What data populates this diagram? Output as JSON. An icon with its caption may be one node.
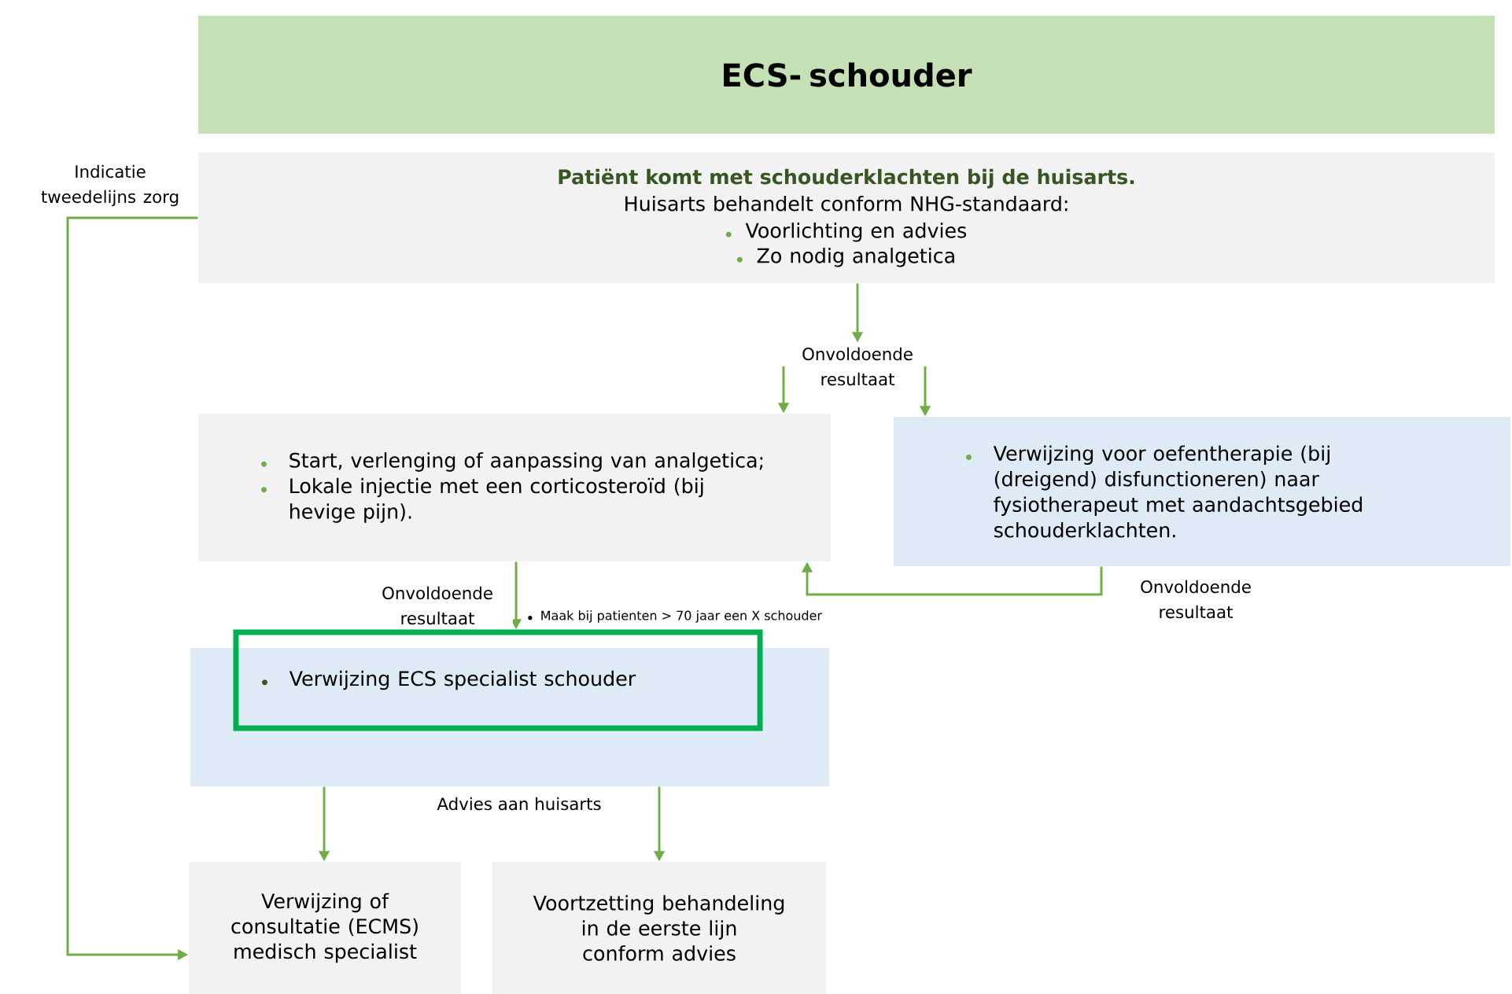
{
  "diagram": {
    "nodes": [
      {
        "text": [
          "ECS- schouder"
        ]
      },
      {
        "text": [
          "Patiënt komt met schouderklachten bij de huisarts.",
          "Huisarts behandelt conform NHG-standaard:",
          "Voorlichting en advies",
          "Zo nodig analgetica"
        ]
      },
      {
        "text": [
          "Onvoldoende resultaat"
        ]
      },
      {
        "text": [
          "Start, verlenging of aanpassing van analgetica;",
          "Lokale injectie met een corticosteroïd (bij hevige pijn)."
        ]
      },
      {
        "text": [
          "Verwijzing voor oefentherapie (bij (dreigend) disfunctioneren) naar fysiotherapeut met aandachtsgebied schouderklachten."
        ]
      },
      {
        "text": [],
        "shape": "box"
      },
      {
        "text": [
          "Verwijzing ECS specialist schouder"
        ]
      },
      {
        "text": [
          "Verwijzing of consultatie (ECMS) medisch specialist"
        ]
      },
      {
        "text": [
          "Voortzetting behandeling in de eerste lijn conform advies"
        ]
      }
    ],
    "edges": [
      {
        "from": 1,
        "to": 2,
        "arrow": "to"
      },
      {
        "from": 2,
        "to": 3,
        "arrow": "to"
      },
      {
        "from": 2,
        "to": 4,
        "arrow": "to"
      },
      {
        "from": 3,
        "to": 6,
        "arrow": "to",
        "label": "Onvoldoende resultaat"
      },
      {
        "from": 4,
        "to": 3,
        "arrow": "to",
        "label": "Onvoldoende resultaat"
      },
      {
        "from": 5,
        "to": 7,
        "arrow": "to"
      },
      {
        "from": 5,
        "to": 8,
        "arrow": "to"
      },
      {
        "from": 1,
        "to": 7,
        "arrow": "to",
        "label": "Indicatie tweedelijns zorg"
      }
    ],
    "labels": [
      "Maak bij patienten > 70 jaar een X schouder",
      "Advies aan huisarts"
    ]
  }
}
